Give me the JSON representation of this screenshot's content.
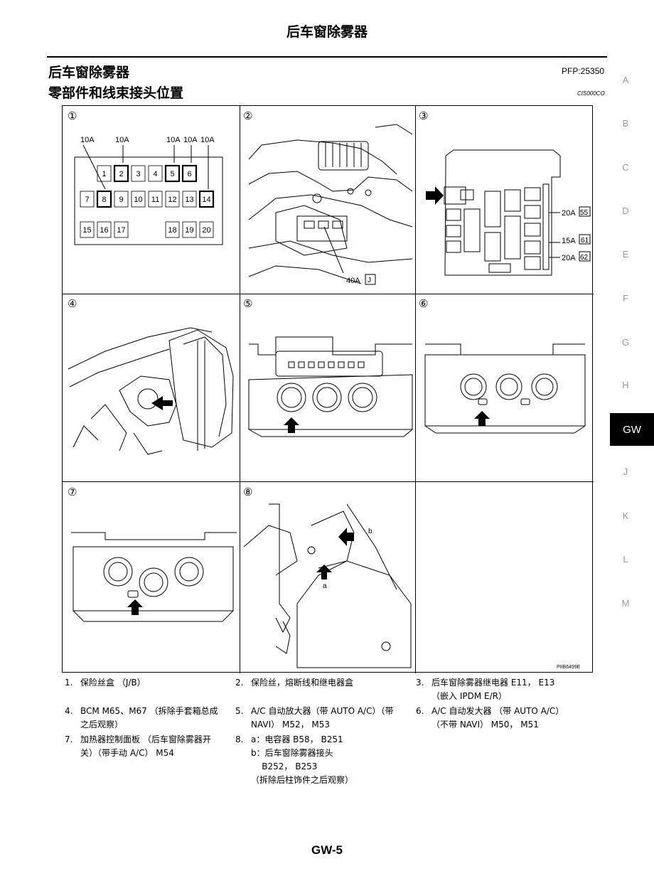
{
  "header": {
    "top_title": "后车窗除雾器",
    "section_title": "后车窗除雾器",
    "pfp": "PFP:25350",
    "subtitle": "零部件和线束接头位置",
    "code": "CIS000CO"
  },
  "side_index": [
    "A",
    "B",
    "C",
    "D",
    "E",
    "F",
    "G",
    "H",
    "GW",
    "J",
    "K",
    "L",
    "M"
  ],
  "side_active": "GW",
  "figure": {
    "code": "PIIB6499E",
    "panel_numbers": [
      "①",
      "②",
      "③",
      "④",
      "⑤",
      "⑥",
      "⑦",
      "⑧"
    ],
    "panel1": {
      "fuse_labels": [
        "10A",
        "10A",
        "10A",
        "10A",
        "10A"
      ],
      "fuses": [
        "1",
        "2",
        "3",
        "4",
        "5",
        "6",
        "7",
        "8",
        "9",
        "10",
        "11",
        "12",
        "13",
        "14",
        "15",
        "16",
        "17",
        "18",
        "19",
        "20"
      ]
    },
    "panel2": {
      "fuse_label": "40A",
      "fuse_box": "J"
    },
    "panel3": [
      {
        "amp": "20A",
        "num": "55"
      },
      {
        "amp": "15A",
        "num": "61"
      },
      {
        "amp": "20A",
        "num": "62"
      }
    ],
    "panel8": {
      "a": "a",
      "b": "b"
    }
  },
  "captions": [
    {
      "num": "1.",
      "text": "保险丝盒 （J/B）"
    },
    {
      "num": "2.",
      "text": "保险丝，熔断线和继电器盒"
    },
    {
      "num": "3.",
      "text": "后车窗除雾器继电器 E11， E13\n（嵌入 IPDM E/R）"
    },
    {
      "num": "4.",
      "text": "BCM M65、M67 （拆除手套箱总成\n之后观察）"
    },
    {
      "num": "5.",
      "text": "A/C 自动放大器（带 AUTO A/C）（带\nNAVI） M52， M53"
    },
    {
      "num": "6.",
      "text": "A/C 自动发大器 （带 AUTO A/C）\n（不带 NAVI） M50， M51"
    },
    {
      "num": "7.",
      "text": "加热器控制面板 （后车窗除雾器开\n关）（带手动 A/C） M54"
    },
    {
      "num": "8.",
      "text": "a：电容器 B58， B251\nb：后车窗除雾器接头\n    B252， B253\n（拆除后柱饰件之后观察）"
    }
  ],
  "footer": {
    "page": "GW-5"
  }
}
